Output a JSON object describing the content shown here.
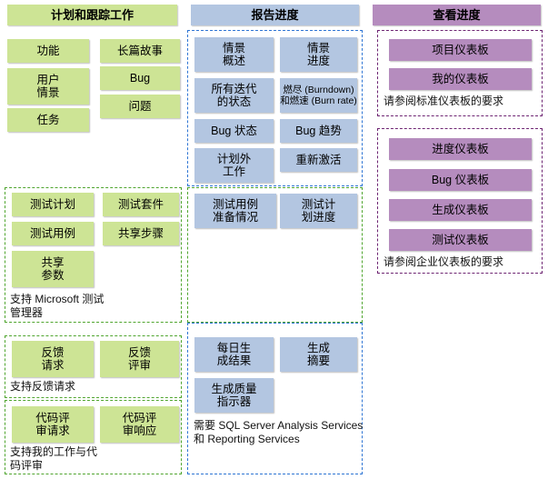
{
  "columns": {
    "plan": {
      "header": "计划和跟踪工作",
      "accent": "#CDE495",
      "nodes": [
        {
          "label": "功能"
        },
        {
          "label": "长篇故事"
        },
        {
          "label": "用户\n情景"
        },
        {
          "label": "Bug"
        },
        {
          "label": "问题"
        },
        {
          "label": "任务"
        }
      ],
      "groups": [
        {
          "name": "test-management",
          "border": "#4FA52E",
          "nodes": [
            {
              "label": "测试计划"
            },
            {
              "label": "测试套件"
            },
            {
              "label": "测试用例"
            },
            {
              "label": "共享步骤"
            },
            {
              "label": "共享\n参数"
            }
          ],
          "note": "支持 Microsoft 测试\n管理器"
        },
        {
          "name": "feedback",
          "border": "#4FA52E",
          "nodes": [
            {
              "label": "反馈\n请求"
            },
            {
              "label": "反馈\n评审"
            }
          ],
          "note": "支持反馈请求"
        },
        {
          "name": "code-review",
          "border": "#4FA52E",
          "nodes": [
            {
              "label": "代码评\n审请求"
            },
            {
              "label": "代码评\n审响应"
            }
          ],
          "note": "支持我的工作与代\n码评审"
        }
      ]
    },
    "report": {
      "header": "报告进度",
      "accent": "#B3C6E1",
      "groups": [
        {
          "name": "progress-reports",
          "border": "#2E75D4",
          "nodes": [
            {
              "label": "情景\n概述"
            },
            {
              "label": "情景\n进度"
            },
            {
              "label": "所有迭代\n的状态"
            },
            {
              "label": "燃尽 (Burndown)\n和燃速 (Burn rate)",
              "small": true
            },
            {
              "label": "Bug 状态"
            },
            {
              "label": "Bug 趋势"
            },
            {
              "label": "计划外\n工作"
            },
            {
              "label": "重新激活"
            }
          ]
        },
        {
          "name": "test-reports",
          "border": "#4FA52E",
          "nodes": [
            {
              "label": "测试用例\n准备情况"
            },
            {
              "label": "测试计\n划进度"
            }
          ]
        },
        {
          "name": "build-reports",
          "border": "#2E75D4",
          "nodes": [
            {
              "label": "每日生\n成结果"
            },
            {
              "label": "生成\n摘要"
            },
            {
              "label": "生成质量\n指示器"
            }
          ],
          "note": "需要 SQL Server Analysis Services\n和 Reporting Services"
        }
      ]
    },
    "view": {
      "header": "查看进度",
      "accent": "#B58CBE",
      "groups": [
        {
          "name": "standard-dashboards",
          "border": "#6D2472",
          "nodes": [
            {
              "label": "项目仪表板"
            },
            {
              "label": "我的仪表板"
            }
          ],
          "note": "请参阅标准仪表板的要求"
        },
        {
          "name": "enterprise-dashboards",
          "border": "#6D2472",
          "nodes": [
            {
              "label": "进度仪表板"
            },
            {
              "label": "Bug 仪表板"
            },
            {
              "label": "生成仪表板"
            },
            {
              "label": "测试仪表板"
            }
          ],
          "note": "请参阅企业仪表板的要求"
        }
      ]
    }
  }
}
